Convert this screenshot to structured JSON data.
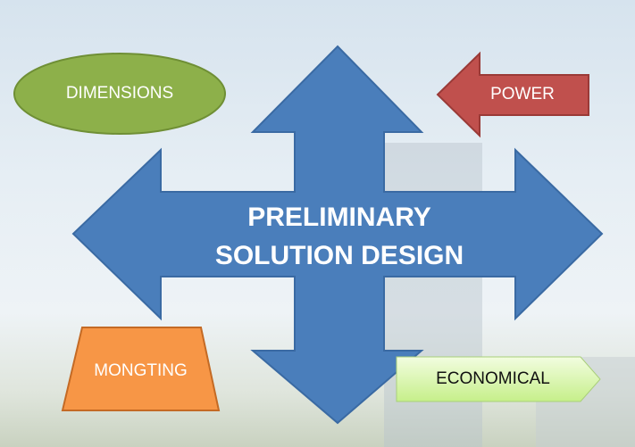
{
  "title_lines": [
    "PRELIMINARY",
    "SOLUTION DESIGN"
  ],
  "shapes": {
    "dimensions": "DIMENSIONS",
    "power": "POWER",
    "mongting": "MONGTING",
    "economical": "ECONOMICAL"
  },
  "colors": {
    "arrow": "#4a7ebb",
    "dimensions": "#8db04a",
    "power": "#c0504d",
    "mongting": "#f79646",
    "economical": "#d7f5a8"
  }
}
